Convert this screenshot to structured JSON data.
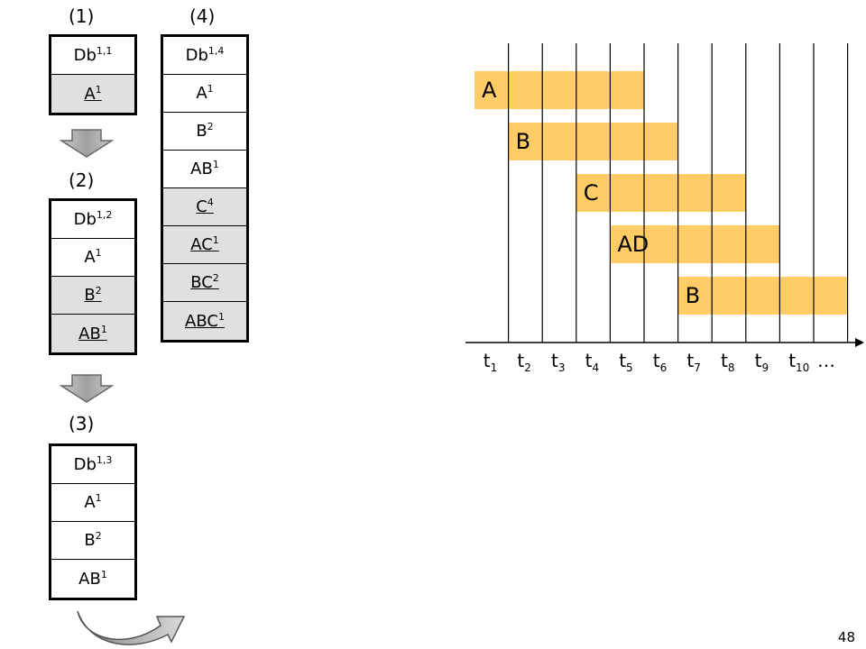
{
  "steps": [
    {
      "label": "(1)"
    },
    {
      "label": "(2)"
    },
    {
      "label": "(3)"
    },
    {
      "label": "(4)"
    }
  ],
  "tables": {
    "t1": {
      "header": {
        "base": "Db",
        "sup": "1,1"
      },
      "rows": [
        {
          "base": "A",
          "sup": "1",
          "hl": true
        }
      ]
    },
    "t2": {
      "header": {
        "base": "Db",
        "sup": "1,2"
      },
      "rows": [
        {
          "base": "A",
          "sup": "1",
          "hl": false
        },
        {
          "base": "B",
          "sup": "2",
          "hl": true
        },
        {
          "base": "AB",
          "sup": "1",
          "hl": true
        }
      ]
    },
    "t3": {
      "header": {
        "base": "Db",
        "sup": "1,3"
      },
      "rows": [
        {
          "base": "A",
          "sup": "1",
          "hl": false
        },
        {
          "base": "B",
          "sup": "2",
          "hl": false
        },
        {
          "base": "AB",
          "sup": "1",
          "hl": false
        }
      ]
    },
    "t4": {
      "header": {
        "base": "Db",
        "sup": "1,4"
      },
      "rows": [
        {
          "base": "A",
          "sup": "1",
          "hl": false
        },
        {
          "base": "B",
          "sup": "2",
          "hl": false
        },
        {
          "base": "AB",
          "sup": "1",
          "hl": false
        },
        {
          "base": "C",
          "sup": "4",
          "hl": true
        },
        {
          "base": "AC",
          "sup": "1",
          "hl": true
        },
        {
          "base": "BC",
          "sup": "2",
          "hl": true
        },
        {
          "base": "ABC",
          "sup": "1",
          "hl": true
        }
      ]
    }
  },
  "timeline": {
    "bar_color": "#ffcc66",
    "ticks": [
      "1",
      "2",
      "3",
      "4",
      "5",
      "6",
      "7",
      "8",
      "9",
      "10"
    ],
    "tick_prefix": "t",
    "ellipsis": "…",
    "bars": [
      {
        "label": "A",
        "start": 1,
        "end": 5
      },
      {
        "label": "B",
        "start": 2,
        "end": 6
      },
      {
        "label": "C",
        "start": 4,
        "end": 8
      },
      {
        "label": "AD",
        "start": 5,
        "end": 9
      },
      {
        "label": "B",
        "start": 7,
        "end": 11
      }
    ]
  },
  "page_number": "48"
}
